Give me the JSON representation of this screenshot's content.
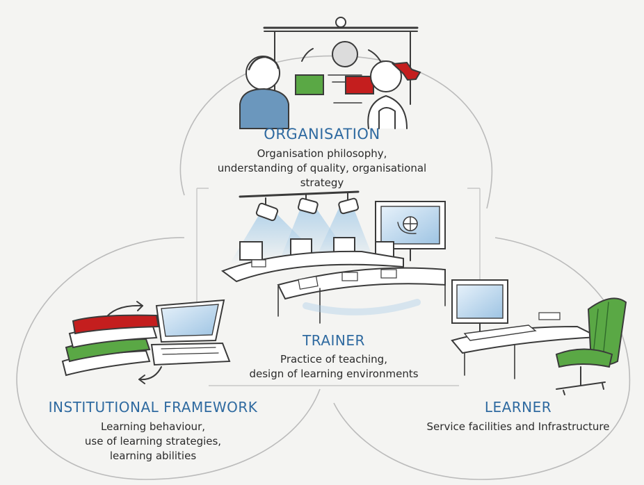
{
  "diagram": {
    "organisation": {
      "title": "ORGANISATION",
      "desc1": "Organisation philosophy,",
      "desc2": "understanding of quality, organisational strategy"
    },
    "trainer": {
      "title": "TRAINER",
      "desc1": "Practice of teaching,",
      "desc2": "design of learning environments"
    },
    "institutional": {
      "title": "INSTITUTIONAL FRAMEWORK",
      "desc1": "Learning behaviour,",
      "desc2": "use of learning strategies,",
      "desc3": "learning abilities"
    },
    "learner": {
      "title": "LEARNER",
      "desc1": "Service facilities and Infrastructure"
    }
  },
  "colors": {
    "title_blue": "#2f6aa0",
    "red": "#c41e1e",
    "green": "#5aa845",
    "screen_blue": "#bcd6ec",
    "outline": "#3a3a3a"
  }
}
